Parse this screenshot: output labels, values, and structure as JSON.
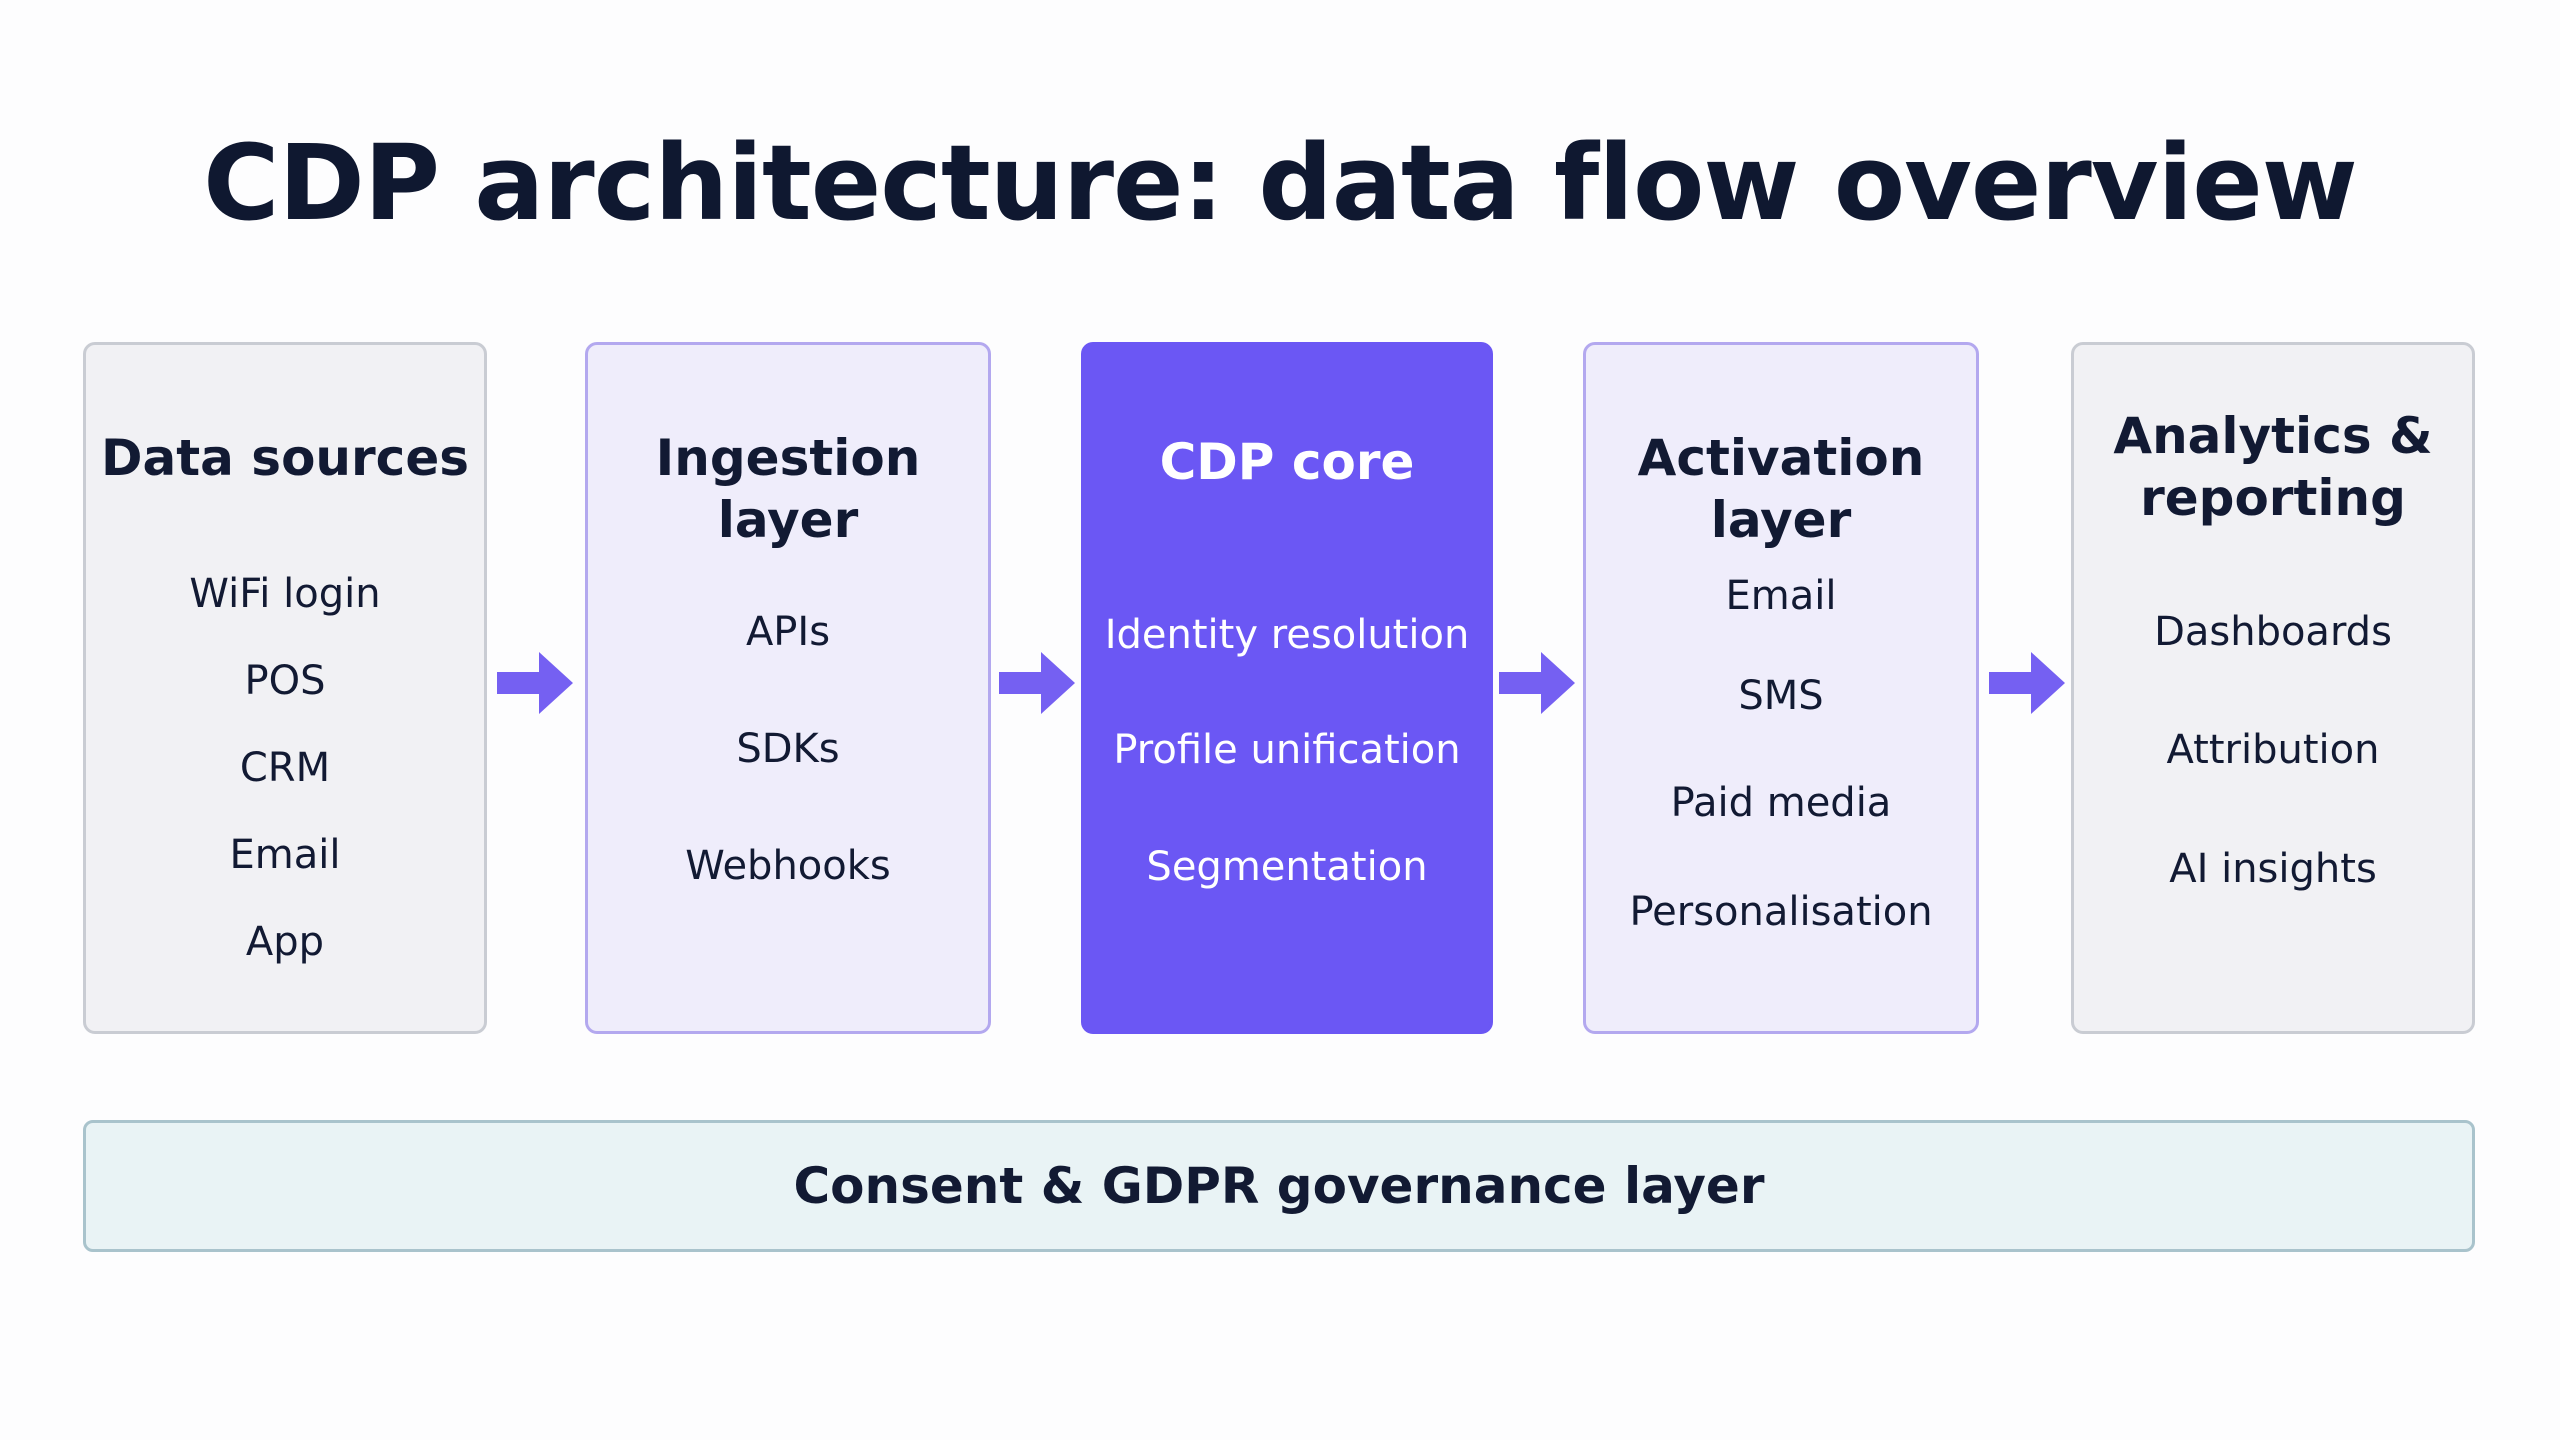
{
  "title": "CDP architecture: data flow overview",
  "boxes": [
    {
      "title_lines": [
        "Data sources"
      ],
      "items": [
        "WiFi login",
        "POS",
        "CRM",
        "Email",
        "App"
      ]
    },
    {
      "title_lines": [
        "Ingestion layer"
      ],
      "items": [
        "APIs",
        "SDKs",
        "Webhooks"
      ]
    },
    {
      "title_lines": [
        "CDP core"
      ],
      "items": [
        "Identity resolution",
        "Profile unification",
        "Segmentation"
      ]
    },
    {
      "title_lines": [
        "Activation layer"
      ],
      "items": [
        "Email",
        "SMS",
        "Paid media",
        "Personalisation"
      ]
    },
    {
      "title_lines": [
        "Analytics &",
        "reporting"
      ],
      "items": [
        "Dashboards",
        "Attribution",
        "AI insights"
      ]
    }
  ],
  "governance": {
    "label": "Consent & GDPR governance layer"
  },
  "colors": {
    "accent": "#6b57f4",
    "arrow": "#7560f2",
    "title": "#0f1830"
  },
  "icons": {
    "flow_arrow": "arrow-right-icon"
  }
}
